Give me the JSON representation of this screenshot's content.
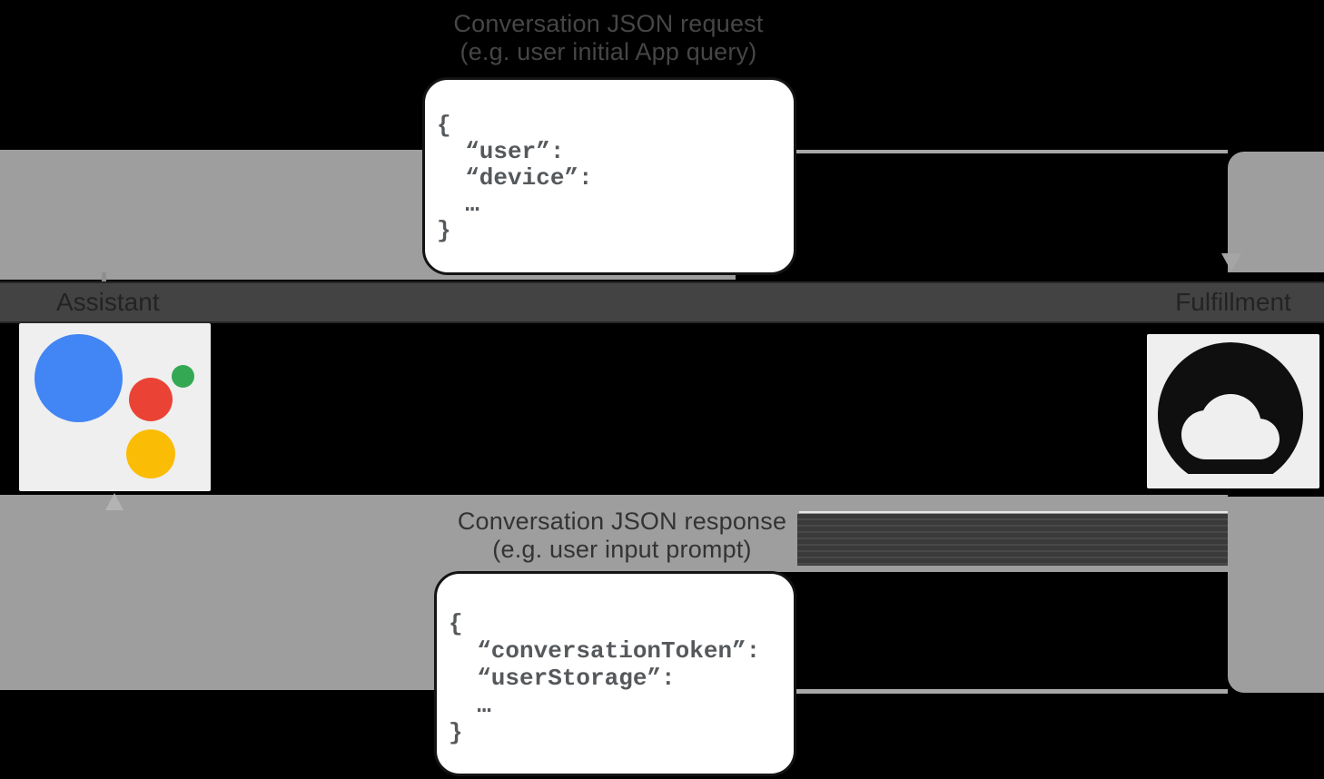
{
  "request": {
    "title_line1": "Conversation JSON request",
    "title_line2": "(e.g. user initial App query)",
    "code": [
      "{",
      "  “user”:",
      "  “device”:",
      "  …",
      "}"
    ]
  },
  "response": {
    "title_line1": "Conversation JSON response",
    "title_line2": "(e.g. user input prompt)",
    "code": [
      "{",
      "  “conversationToken”:",
      "  “userStorage”:",
      "  …",
      "}"
    ]
  },
  "assistant": {
    "label": "Assistant"
  },
  "fulfillment": {
    "label": "Fulfillment"
  },
  "colors": {
    "background": "#000000",
    "arrow_gray": "#9e9e9e",
    "label_band_gray": "#434343",
    "box_background": "#ffffff",
    "code_text": "#56595c",
    "icon_background": "#efefef",
    "assistant_blue": "#4285f4",
    "assistant_green": "#34a853",
    "assistant_red": "#ea4335",
    "assistant_yellow": "#fbbc05",
    "cloud_glyph": "#0f0f0f"
  }
}
